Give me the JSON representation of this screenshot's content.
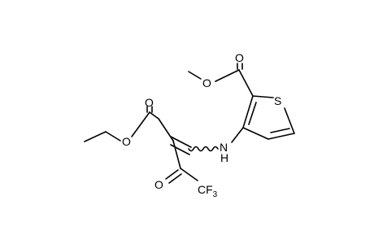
{
  "molecule": {
    "atoms": {
      "o_methoxy": "O",
      "o_carbonyl_thiophene_ester": "O",
      "s_thiophene": "S",
      "o_carbonyl_ethyl_ester": "O",
      "o_ethoxy": "O",
      "n_amine": "N",
      "h_amine": "H",
      "o_ketone": "O",
      "cf3_main": "CF",
      "cf3_subscript": "3"
    }
  }
}
